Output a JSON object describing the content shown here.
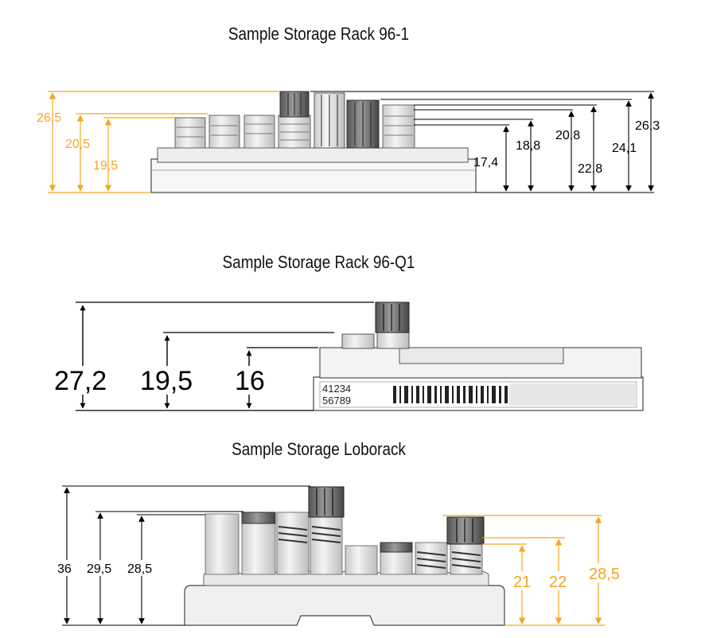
{
  "sections": {
    "rack96_1": {
      "title": "Sample Storage Rack 96-1",
      "dims_orange": [
        "26,5",
        "20,5",
        "19,5"
      ],
      "dims_black": [
        "17,4",
        "18,8",
        "20,8",
        "22,8",
        "24,1",
        "26,3"
      ]
    },
    "rack96_q1": {
      "title": "Sample Storage Rack 96-Q1",
      "dims": [
        "27,2",
        "19,5",
        "16"
      ],
      "label_line1": "41234",
      "label_line2": "56789"
    },
    "loborack": {
      "title": "Sample Storage Loborack",
      "dims_black": [
        "36",
        "29,5",
        "28,5"
      ],
      "dims_orange": [
        "21",
        "22",
        "28,5"
      ]
    }
  },
  "colors": {
    "accent": "#f5a623",
    "line": "#000000"
  }
}
